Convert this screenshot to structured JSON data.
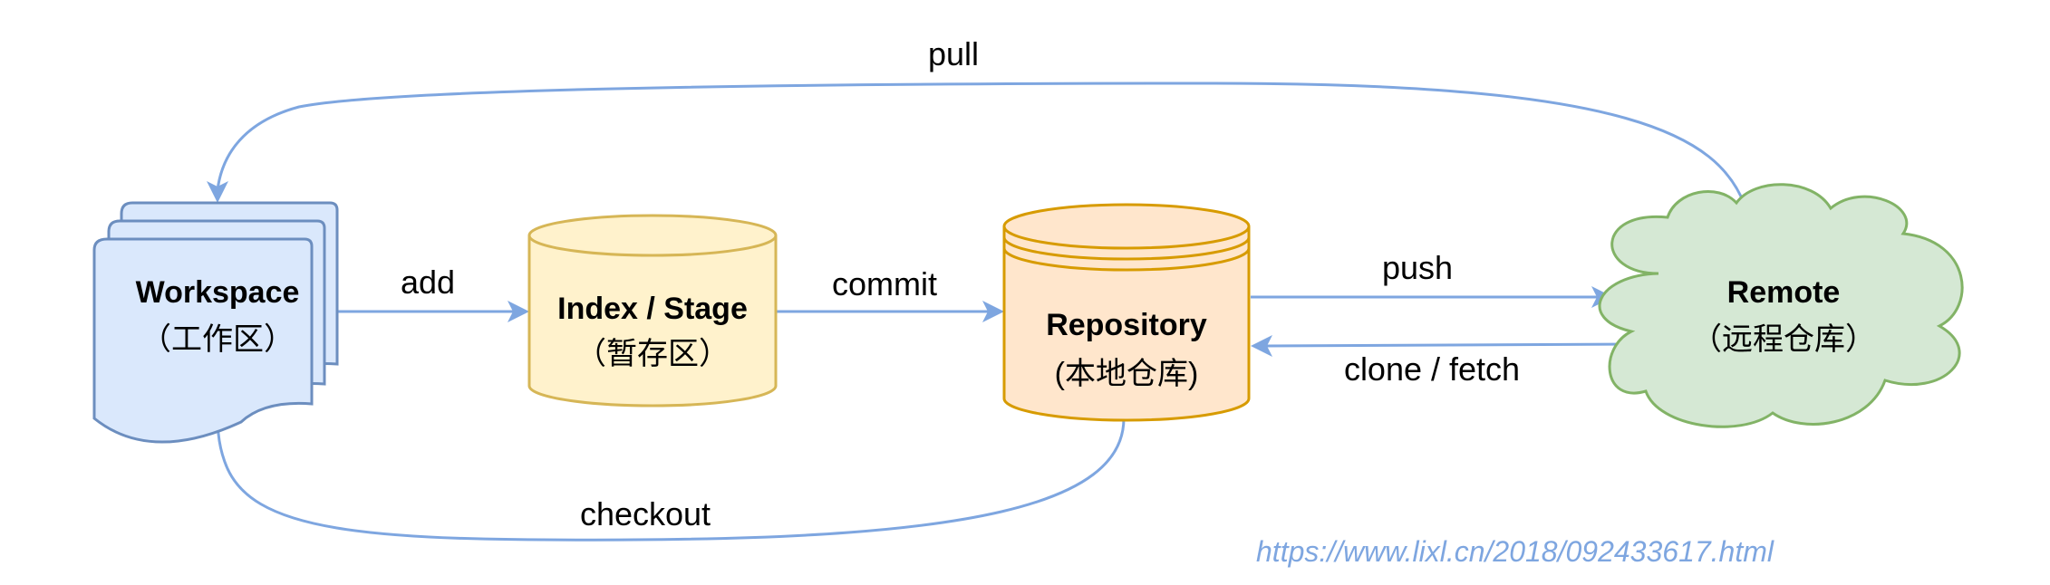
{
  "nodes": {
    "workspace": {
      "title": "Workspace",
      "subtitle": "（工作区）",
      "fill": "#dae8fc",
      "stroke": "#6c8ebf"
    },
    "index": {
      "title": "Index / Stage",
      "subtitle": "（暂存区）",
      "fill": "#fff2cc",
      "stroke": "#d6b656"
    },
    "repository": {
      "title": "Repository",
      "subtitle": "(本地仓库)",
      "fill": "#ffe6cc",
      "stroke": "#d79b00"
    },
    "remote": {
      "title": "Remote",
      "subtitle": "（远程仓库）",
      "fill": "#d5e8d4",
      "stroke": "#82b366"
    }
  },
  "edges": {
    "add": {
      "label": "add",
      "from": "Workspace",
      "to": "Index / Stage"
    },
    "commit": {
      "label": "commit",
      "from": "Index / Stage",
      "to": "Repository"
    },
    "push": {
      "label": "push",
      "from": "Repository",
      "to": "Remote"
    },
    "clone_fetch": {
      "label": "clone / fetch",
      "from": "Remote",
      "to": "Repository"
    },
    "pull": {
      "label": "pull",
      "from": "Remote",
      "to": "Workspace"
    },
    "checkout": {
      "label": "checkout",
      "from": "Repository",
      "to": "Workspace"
    }
  },
  "colors": {
    "edge": "#7ea6e0",
    "source_link": "#7ea6e0"
  },
  "source_url": "https://www.lixl.cn/2018/092433617.html"
}
